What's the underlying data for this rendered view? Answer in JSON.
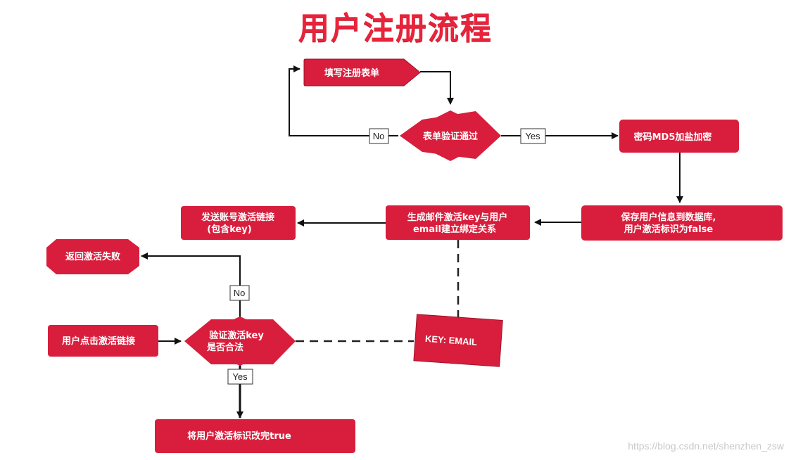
{
  "title": "用户注册流程",
  "colors": {
    "node_fill": "#d81e3c",
    "node_shadow": "#9a1429",
    "edge": "#111111",
    "title": "#e8233b"
  },
  "nodes": {
    "fill_form": {
      "label": "填写注册表单"
    },
    "validate_form": {
      "label": "表单验证通过"
    },
    "md5_encrypt": {
      "label": "密码MD5加盐加密"
    },
    "save_user": {
      "line1": "保存用户信息到数据库,",
      "line2": "用户激活标识为false"
    },
    "gen_key": {
      "line1": "生成邮件激活key与用户",
      "line2": "email建立绑定关系"
    },
    "send_link": {
      "line1": "发送账号激活链接",
      "line2": "(包含key)"
    },
    "key_email": {
      "label": "KEY: EMAIL"
    },
    "activate_fail": {
      "label": "返回激活失败"
    },
    "click_link": {
      "label": "用户点击激活链接"
    },
    "check_key": {
      "line1": "验证激活key",
      "line2": "是否合法"
    },
    "set_true": {
      "label": "将用户激活标识改完true"
    }
  },
  "edge_labels": {
    "validate_no": "No",
    "validate_yes": "Yes",
    "check_no": "No",
    "check_yes": "Yes"
  },
  "watermark": "https://blog.csdn.net/shenzhen_zsw"
}
